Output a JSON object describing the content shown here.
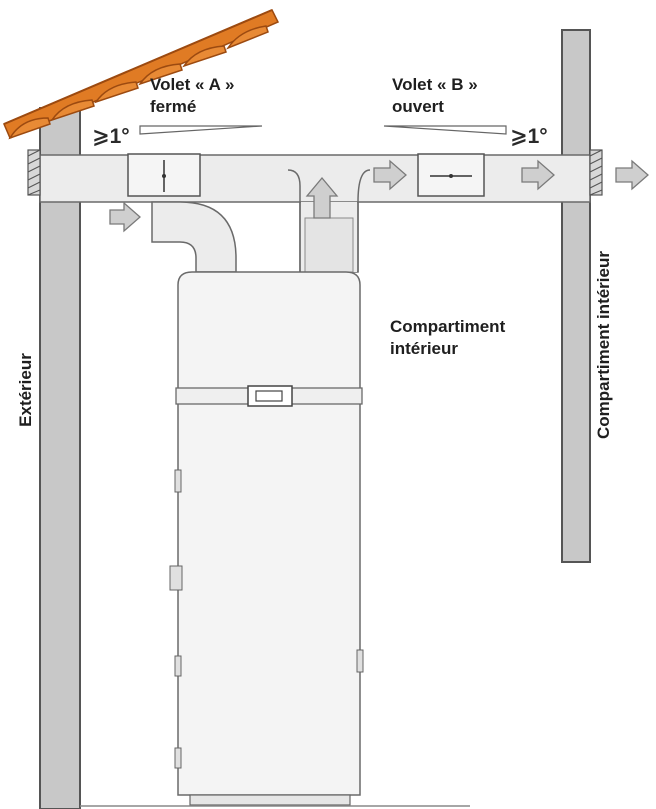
{
  "labels": {
    "volet_a_line1": "Volet « A »",
    "volet_a_line2": "fermé",
    "volet_b_line1": "Volet « B »",
    "volet_b_line2": "ouvert",
    "angle_a": "⩾1°",
    "angle_b": "⩾1°",
    "compartiment_line1": "Compartiment",
    "compartiment_line2": "intérieur",
    "exterieur_vertical": "Extérieur",
    "compartiment_vertical": "Compartiment intérieur"
  },
  "colors": {
    "wall_fill": "#c8c8c8",
    "wall_stroke": "#555555",
    "duct_fill": "#ececec",
    "duct_stroke": "#6a6a6a",
    "roof_tile": "#e07b24",
    "roof_tile_dark": "#9c4a10",
    "arrow_fill": "#cfcfcf",
    "arrow_stroke": "#7a7a7a",
    "tank_fill": "#f4f4f4",
    "tank_stroke": "#6a6a6a"
  },
  "icons": {
    "airflow": "arrow-icon",
    "damper": "damper-icon",
    "roof": "roof-tiles-icon"
  }
}
